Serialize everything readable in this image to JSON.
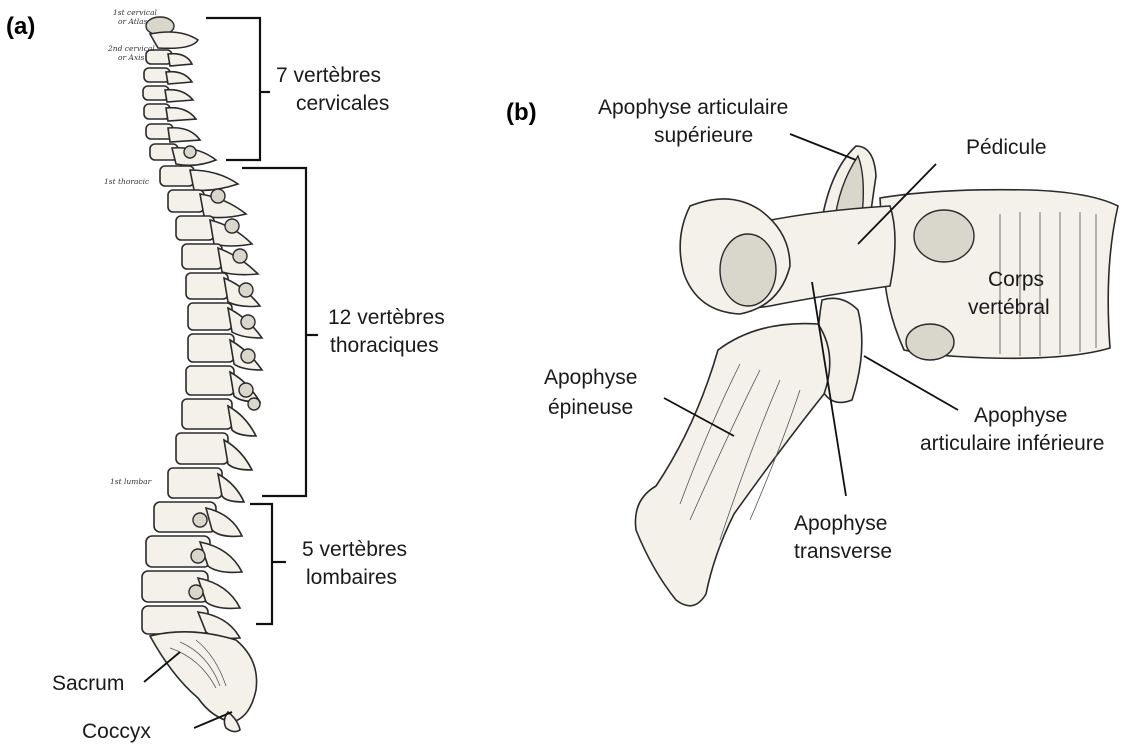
{
  "panel_a": {
    "label": "(a)",
    "brackets": [
      {
        "line1": "7 vertèbres",
        "line2": "cervicales"
      },
      {
        "line1": "12 vertèbres",
        "line2": "thoraciques"
      },
      {
        "line1": "5 vertèbres",
        "line2": "lombaires"
      }
    ],
    "sacrum": "Sacrum",
    "coccyx": "Coccyx",
    "figure_labels": {
      "atlas_1": "1st cervical",
      "atlas_2": "or Atlas",
      "axis_1": "2nd cervical",
      "axis_2": "or Axis",
      "first_thoracic": "1st thoracic",
      "first_lumbar": "1st lumbar"
    }
  },
  "panel_b": {
    "label": "(b)",
    "apophyse_sup_1": "Apophyse articulaire",
    "apophyse_sup_2": "supérieure",
    "pedicule": "Pédicule",
    "corps_1": "Corps",
    "corps_2": "vertébral",
    "epineuse_1": "Apophyse",
    "epineuse_2": "épineuse",
    "inferieure_1": "Apophyse",
    "inferieure_2": "articulaire inférieure",
    "transverse_1": "Apophyse",
    "transverse_2": "transverse"
  },
  "icons": [
    "spine-illustration",
    "vertebra-illustration"
  ]
}
